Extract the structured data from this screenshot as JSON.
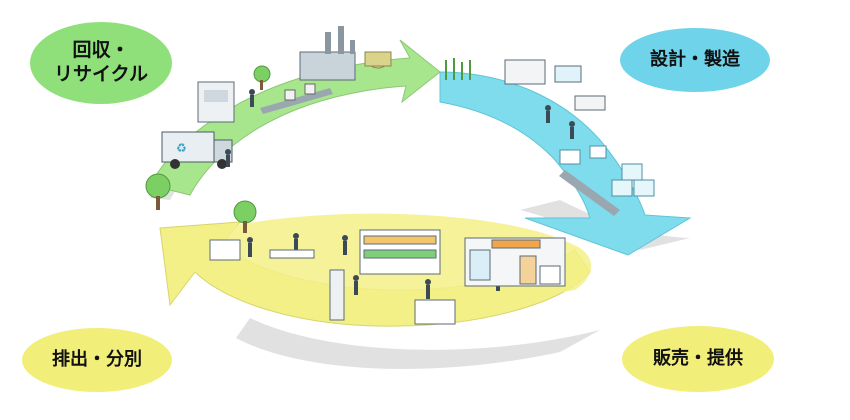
{
  "stages": {
    "recover": {
      "line1": "回収・",
      "line2": "リサイクル",
      "color": "#8fe07a"
    },
    "design": {
      "label": "設計・製造",
      "color": "#6fd3ea"
    },
    "dispose": {
      "label": "排出・分別",
      "color": "#f1ef7a"
    },
    "sell": {
      "label": "販売・提供",
      "color": "#f1ef7a"
    }
  },
  "arc_colors": {
    "green": "#a8e68e",
    "cyan": "#7fdcec",
    "yellow": "#f3f088",
    "shadow": "#d8d8d8"
  },
  "icons": [
    "factory-icon",
    "truck-icon",
    "tree-icon",
    "person-icon",
    "box-icon",
    "shop-icon",
    "shelf-icon",
    "table-icon",
    "crops-icon"
  ]
}
